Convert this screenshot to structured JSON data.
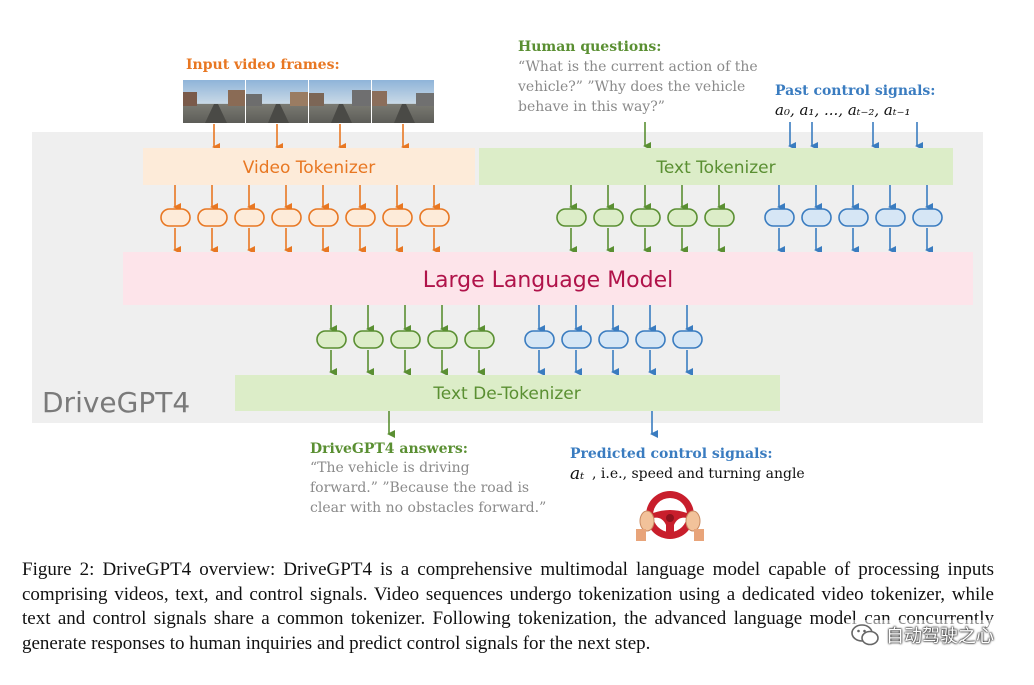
{
  "labels": {
    "input_video_frames": "Input video frames:",
    "human_questions": "Human questions:",
    "human_questions_text": [
      "“What is the current action of the",
      "vehicle?” ”Why does the vehicle",
      "behave in this way?”"
    ],
    "past_control_signals": "Past control signals:",
    "past_control_formula": "a₀, a₁, ..., aₜ₋₂, aₜ₋₁",
    "video_tokenizer": "Video Tokenizer",
    "text_tokenizer": "Text Tokenizer",
    "llm": "Large Language Model",
    "text_detokenizer": "Text De-Tokenizer",
    "drivegpt4": "DriveGPT4",
    "answers_title": "DriveGPT4 answers:",
    "answers_text": [
      "“The vehicle is driving",
      "forward.” ”Because the road is",
      "clear with no obstacles forward.”"
    ],
    "predicted_title": "Predicted control signals:",
    "predicted_symbol": "aₜ",
    "predicted_text": ", i.e., speed and turning angle"
  },
  "caption": "Figure 2: DriveGPT4 overview: DriveGPT4 is a comprehensive multimodal language model capable of processing inputs comprising videos, text, and control signals. Video sequences undergo tokenization using a dedicated video tokenizer, while text and control signals share a common tokenizer. Following tokenization, the advanced language model can concurrently generate responses to human inquiries and predict control signals for the next step.",
  "watermark": "自动驾驶之心",
  "colors": {
    "orange": "#e87722",
    "green": "#5a8f32",
    "blue": "#3a7cc0",
    "llm_text": "#b0134a",
    "gray_text": "#8a8a8a",
    "background_panel": "#efefef",
    "video_tok_fill": "#fdebd9",
    "text_tok_fill": "#dcedc8",
    "llm_fill": "#fde4ea",
    "detok_fill": "#dcedc8"
  },
  "icons": {
    "steering": "steering-wheel-icon",
    "watermark": "wechat-icon"
  }
}
